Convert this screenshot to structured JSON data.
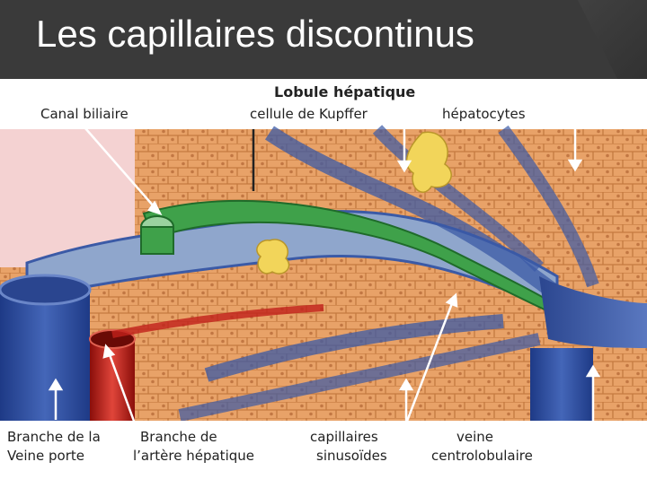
{
  "slide": {
    "title": "Les capillaires discontinus"
  },
  "figure": {
    "heading": "Lobule hépatique",
    "labels": {
      "canal_biliaire": "Canal biliaire",
      "kupffer": "cellule de Kupffer",
      "hepatocytes": "hépatocytes",
      "veine_porte_1": "Branche de la",
      "veine_porte_2": "Veine porte",
      "artere_1": "Branche de",
      "artere_2": "l’artère hépatique",
      "capillaires_1": "capillaires",
      "capillaires_2": "sinusoïdes",
      "veine_1": "veine",
      "veine_2": "centrolobulaire"
    },
    "colors": {
      "hepatocyte": "#e8a268",
      "hepatocyte_line": "#c47a40",
      "vessel_blue": "#3b5aa6",
      "vessel_light": "#8fa6cc",
      "bile_green": "#3fa14a",
      "artery_red": "#c0201a",
      "background_pink": "#f4d2d2"
    }
  }
}
